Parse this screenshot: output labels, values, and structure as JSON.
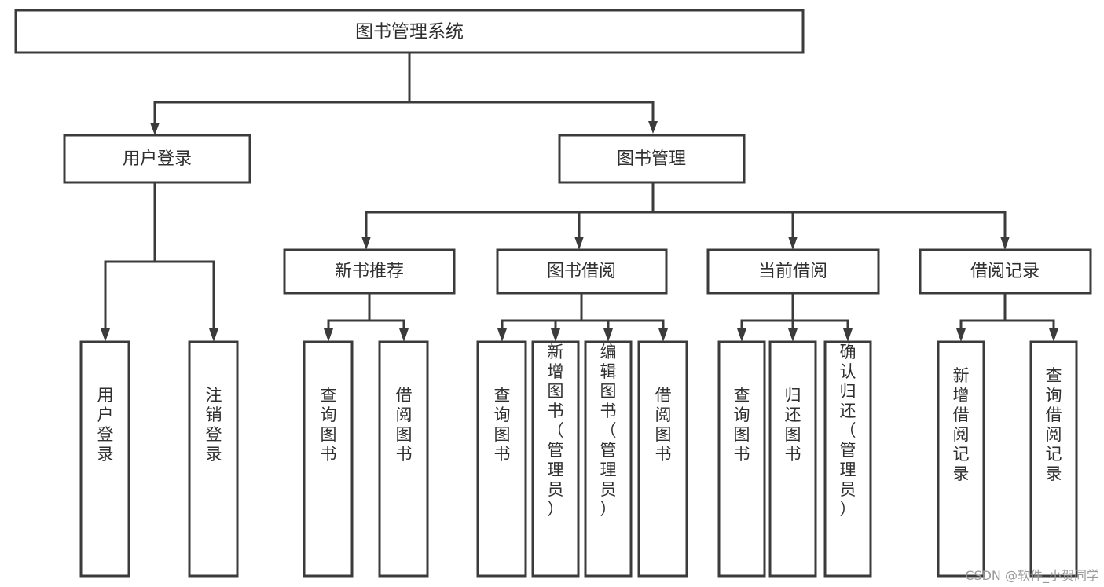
{
  "diagram": {
    "type": "tree-hierarchy",
    "title": "图书管理系统",
    "root": {
      "label": "图书管理系统"
    },
    "level1": [
      {
        "label": "用户登录"
      },
      {
        "label": "图书管理"
      }
    ],
    "level2": [
      {
        "parent": "图书管理",
        "label": "新书推荐"
      },
      {
        "parent": "图书管理",
        "label": "图书借阅"
      },
      {
        "parent": "图书管理",
        "label": "当前借阅"
      },
      {
        "parent": "图书管理",
        "label": "借阅记录"
      }
    ],
    "leaves": [
      {
        "parent": "用户登录",
        "label": "用户登录"
      },
      {
        "parent": "用户登录",
        "label": "注销登录"
      },
      {
        "parent": "新书推荐",
        "label": "查询图书"
      },
      {
        "parent": "新书推荐",
        "label": "借阅图书"
      },
      {
        "parent": "图书借阅",
        "label": "查询图书"
      },
      {
        "parent": "图书借阅",
        "label": "新增图书（管理员）"
      },
      {
        "parent": "图书借阅",
        "label": "编辑图书（管理员）"
      },
      {
        "parent": "图书借阅",
        "label": "借阅图书"
      },
      {
        "parent": "当前借阅",
        "label": "查询图书"
      },
      {
        "parent": "当前借阅",
        "label": "归还图书"
      },
      {
        "parent": "当前借阅",
        "label": "确认归还（管理员）"
      },
      {
        "parent": "借阅记录",
        "label": "新增借阅记录"
      },
      {
        "parent": "借阅记录",
        "label": "查询借阅记录"
      }
    ]
  },
  "watermark": {
    "text": "CSDN @软件_小贺同学"
  },
  "colors": {
    "box_stroke": "#3b3b3b",
    "box_fill": "#ffffff",
    "text": "#2f2f2f",
    "background": "#ffffff",
    "watermark": "#9a9a9a"
  }
}
